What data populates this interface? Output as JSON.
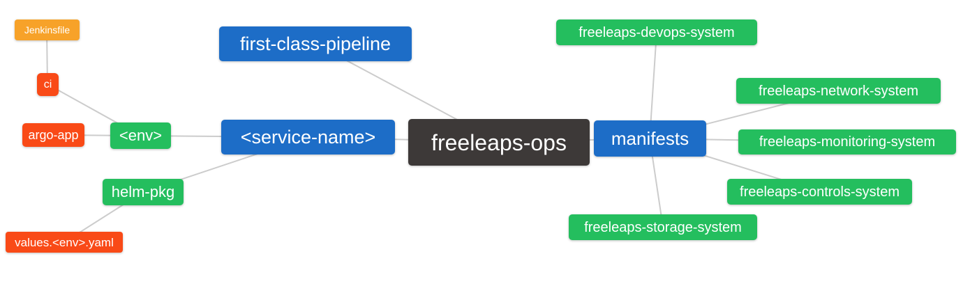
{
  "diagram": {
    "type": "mindmap",
    "root_label": "freeleaps-ops",
    "nodes": [
      {
        "id": "jenkinsfile",
        "label": "Jenkinsfile",
        "color": "#f7a229"
      },
      {
        "id": "ci",
        "label": "ci",
        "color": "#f94a17"
      },
      {
        "id": "argo-app",
        "label": "argo-app",
        "color": "#f94a17"
      },
      {
        "id": "env",
        "label": "<env>",
        "color": "#24be5e"
      },
      {
        "id": "helm-pkg",
        "label": "helm-pkg",
        "color": "#24be5e"
      },
      {
        "id": "values-env-yaml",
        "label": "values.<env>.yaml",
        "color": "#f94a17"
      },
      {
        "id": "first-class-pipeline",
        "label": "first-class-pipeline",
        "color": "#1d6dc7"
      },
      {
        "id": "service-name",
        "label": "<service-name>",
        "color": "#1d6dc7"
      },
      {
        "id": "freeleaps-ops",
        "label": "freeleaps-ops",
        "color": "#3d3938"
      },
      {
        "id": "manifests",
        "label": "manifests",
        "color": "#1d6dc7"
      },
      {
        "id": "freeleaps-devops-system",
        "label": "freeleaps-devops-system",
        "color": "#24be5e"
      },
      {
        "id": "freeleaps-network-system",
        "label": "freeleaps-network-system",
        "color": "#24be5e"
      },
      {
        "id": "freeleaps-monitoring-system",
        "label": "freeleaps-monitoring-system",
        "color": "#24be5e"
      },
      {
        "id": "freeleaps-controls-system",
        "label": "freeleaps-controls-system",
        "color": "#24be5e"
      },
      {
        "id": "freeleaps-storage-system",
        "label": "freeleaps-storage-system",
        "color": "#24be5e"
      }
    ],
    "edges": [
      [
        "jenkinsfile",
        "ci"
      ],
      [
        "ci",
        "env"
      ],
      [
        "argo-app",
        "env"
      ],
      [
        "env",
        "service-name"
      ],
      [
        "helm-pkg",
        "service-name"
      ],
      [
        "values-env-yaml",
        "helm-pkg"
      ],
      [
        "first-class-pipeline",
        "freeleaps-ops"
      ],
      [
        "service-name",
        "freeleaps-ops"
      ],
      [
        "freeleaps-ops",
        "manifests"
      ],
      [
        "manifests",
        "freeleaps-devops-system"
      ],
      [
        "manifests",
        "freeleaps-network-system"
      ],
      [
        "manifests",
        "freeleaps-monitoring-system"
      ],
      [
        "manifests",
        "freeleaps-controls-system"
      ],
      [
        "manifests",
        "freeleaps-storage-system"
      ]
    ],
    "colors": {
      "edge_line": "#cccccc",
      "background": "#ffffff",
      "text": "#ffffff",
      "blue": "#1d6dc7",
      "green": "#24be5e",
      "orange": "#f7a229",
      "red": "#f94a17",
      "dark": "#3d3938"
    }
  }
}
